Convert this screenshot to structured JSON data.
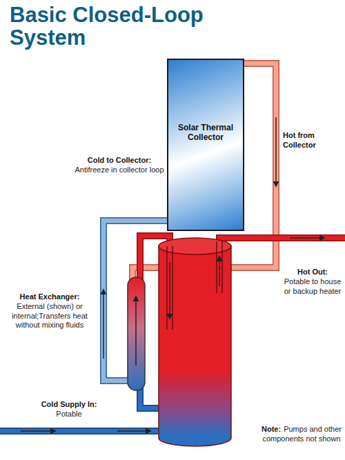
{
  "diagram": {
    "title": "Basic Closed-Loop System",
    "nodes": [
      {
        "text": [
          "Solar Thermal Collector"
        ]
      }
    ],
    "labels": [
      "Hot from Collector",
      "Cold to Collector:",
      "Antifreeze in collector loop",
      "Heat Exchanger:",
      "External (shown) or internal;Transfers heat without mixing fluids",
      "Hot Out:",
      "Potable to house or backup heater",
      "Cold Supply In:",
      "Potable",
      "Note:",
      "Pumps and other components not shown"
    ]
  }
}
